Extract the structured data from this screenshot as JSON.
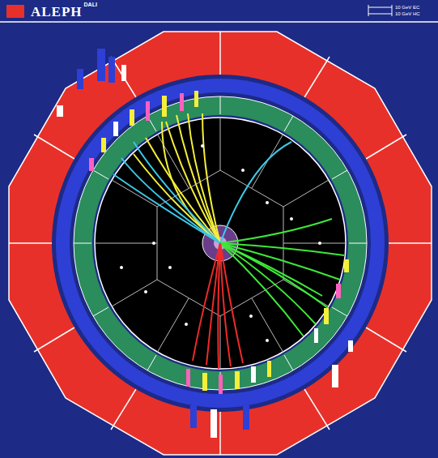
{
  "diagram": {
    "title": "ALEPH",
    "labels": [
      "DALI",
      "10 GeV EC",
      "10 GeV HC"
    ]
  }
}
